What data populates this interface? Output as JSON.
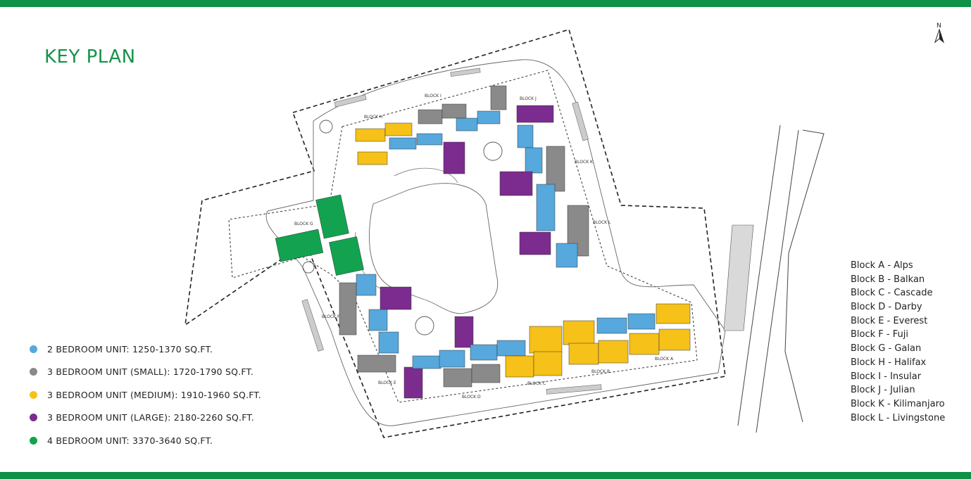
{
  "title": "KEY PLAN",
  "colors": {
    "green_bar": "#0f9148",
    "blue": "#57a8dc",
    "gray": "#8a8a8a",
    "yellow": "#f6c118",
    "purple": "#7b2c8e",
    "green": "#13a24f"
  },
  "legend": [
    {
      "label": "2 BEDROOM UNIT: 1250-1370 SQ.FT.",
      "color": "#57a8dc"
    },
    {
      "label": "3 BEDROOM UNIT (SMALL): 1720-1790 SQ.FT.",
      "color": "#8a8a8a"
    },
    {
      "label": "3 BEDROOM UNIT (MEDIUM): 1910-1960 SQ.FT.",
      "color": "#f6c118"
    },
    {
      "label": "3 BEDROOM UNIT (LARGE): 2180-2260 SQ.FT.",
      "color": "#7b2c8e"
    },
    {
      "label": "4 BEDROOM UNIT: 3370-3640 SQ.FT.",
      "color": "#13a24f"
    }
  ],
  "blocks": [
    "Block A - Alps",
    "Block B - Balkan",
    "Block C - Cascade",
    "Block D - Darby",
    "Block E - Everest",
    "Block F - Fuji",
    "Block G - Galan",
    "Block H - Halifax",
    "Block I - Insular",
    "Block J - Julian",
    "Block K - Kilimanjaro",
    "Block L - Livingstone"
  ],
  "map_labels": {
    "block_a": "BLOCK A",
    "block_b": "BLOCK B",
    "block_c": "BLOCK C",
    "block_d": "BLOCK D",
    "block_e": "BLOCK E",
    "block_f": "BLOCK F",
    "block_g": "BLOCK G",
    "block_h": "BLOCK H",
    "block_i": "BLOCK I",
    "block_j": "BLOCK J",
    "block_k": "BLOCK K",
    "block_l": "BLOCK L",
    "north": "N"
  }
}
